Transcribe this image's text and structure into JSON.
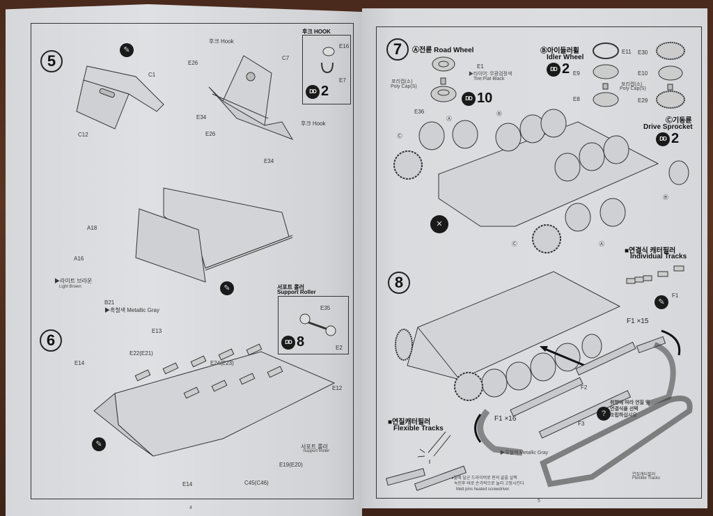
{
  "left_page": {
    "page_number": "4",
    "step5": {
      "number": "5",
      "parts": {
        "c1": "C1",
        "c12": "C12",
        "c7": "C7",
        "e26_top": "E26",
        "e26_bottom": "E26",
        "e34_a": "E34",
        "e34_b": "E34",
        "a18": "A18",
        "a16": "A16",
        "b21": "B21"
      },
      "hook_label_top": "후크 Hook",
      "hook_label_side": "후크 Hook",
      "hook_box": {
        "title": "후크 HOOK",
        "parts": [
          "E16",
          "E7"
        ],
        "quantity": "2"
      },
      "paint_light_brown": "▶라이트 브라운",
      "paint_light_brown_en": "Light Brown",
      "paint_metallic_gray": "▶흑철색 Metallic Gray",
      "support_roller_box": {
        "title_ko": "서포트 롤러",
        "title_en": "Support Roller",
        "parts": [
          "E35",
          "E2"
        ],
        "quantity": "8"
      }
    },
    "step6": {
      "number": "6",
      "parts": {
        "e13": "E13",
        "e22": "E22(E21)",
        "e24": "E24(E23)",
        "e14_left": "E14",
        "e14_bottom": "E14",
        "e12": "E12",
        "e19": "E19(E20)",
        "c45": "C45(C46)"
      },
      "support_roller_ko": "서포트 롤러",
      "support_roller_en": "Support Roller"
    }
  },
  "right_page": {
    "page_number": "5",
    "step7": {
      "number": "7",
      "road_wheel": {
        "title": "Ⓐ전륜 Road Wheel",
        "parts": [
          "E1",
          "E36"
        ],
        "paint_ko": "▶타이어: 무광검정색",
        "paint_en": "Tire:Flat Black",
        "polycap_ko": "포리캡(소)",
        "polycap_en": "Poly Cap(S)",
        "quantity": "10"
      },
      "idler_wheel": {
        "title_ko": "Ⓑ아이들러휠",
        "title_en": "Idler Wheel",
        "parts": [
          "E11",
          "E9",
          "E8"
        ],
        "quantity": "2"
      },
      "drive_sprocket": {
        "title_ko": "Ⓒ기동륜",
        "title_en": "Drive Sprocket",
        "parts": [
          "E30",
          "E10",
          "E29"
        ],
        "polycap_ko": "포리캡(소)",
        "polycap_en": "Poly Cap(S)",
        "quantity": "2"
      },
      "markers": [
        "Ⓐ",
        "Ⓑ",
        "Ⓒ"
      ]
    },
    "step8": {
      "number": "8",
      "individual_tracks": {
        "title_ko": "■연결식 캐터필러",
        "title_en": "Individual Tracks",
        "part": "F1"
      },
      "f1_x15": "F1 ×15",
      "f1_x16": "F1 ×16",
      "f2": "F2",
      "f3": "F3",
      "paint_metallic_gray": "▶흑철색 Metallic Gray",
      "choose_note": [
        "취향에 따라 연질 및",
        "연결식을 선택",
        "조립하십시요"
      ],
      "flexible_tracks": {
        "title_ko": "■연질캐터필러",
        "title_en": "Flexible Tracks"
      },
      "flexible_tracks_label_ko": "연질캐터필러",
      "flexible_tracks_label_en": "Flexible Tracks",
      "heat_note_ko": [
        "●불에 달군 드라이버로 핀의 끝을 살짝",
        "녹인후 바로 손가락으로 눌러 고정시킨다"
      ],
      "heat_note_en": "Melt pins heated screwdriver"
    }
  }
}
